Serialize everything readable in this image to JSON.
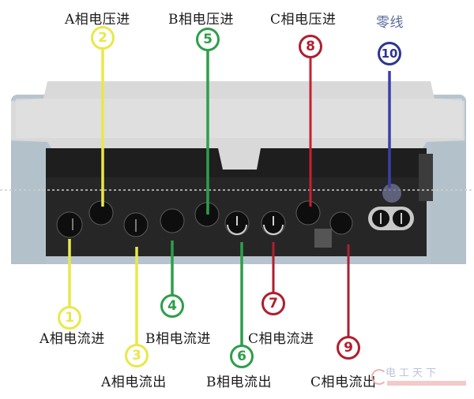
{
  "diagram": {
    "subject": "three-phase electric meter terminal block wiring",
    "colors": {
      "phase_a": "#e8e84a",
      "phase_b": "#2e9e4a",
      "phase_c": "#b01e2e",
      "neutral": "#2d3590",
      "meter_cover": "#dcdcdc",
      "meter_body": "#b9c6cf",
      "terminal_block": "#1c1c1c"
    },
    "top_labels": [
      {
        "id": "2",
        "text": "A相电压进",
        "color": "yellow"
      },
      {
        "id": "5",
        "text": "B相电压进",
        "color": "green"
      },
      {
        "id": "8",
        "text": "C相电压进",
        "color": "red"
      },
      {
        "id": "10",
        "text": "零线",
        "color": "blue"
      }
    ],
    "bottom_labels": [
      {
        "id": "1",
        "text": "A相电流进",
        "color": "yellow"
      },
      {
        "id": "3",
        "text": "A相电流出",
        "color": "yellow"
      },
      {
        "id": "4",
        "text": "B相电流进",
        "color": "green"
      },
      {
        "id": "6",
        "text": "B相电流出",
        "color": "green"
      },
      {
        "id": "7",
        "text": "C相电流进",
        "color": "red"
      },
      {
        "id": "9",
        "text": "C相电流出",
        "color": "red"
      }
    ],
    "numbers": {
      "n1": "1",
      "n2": "2",
      "n3": "3",
      "n4": "4",
      "n5": "5",
      "n6": "6",
      "n7": "7",
      "n8": "8",
      "n9": "9",
      "n10": "10"
    },
    "watermark": "电工天下"
  }
}
